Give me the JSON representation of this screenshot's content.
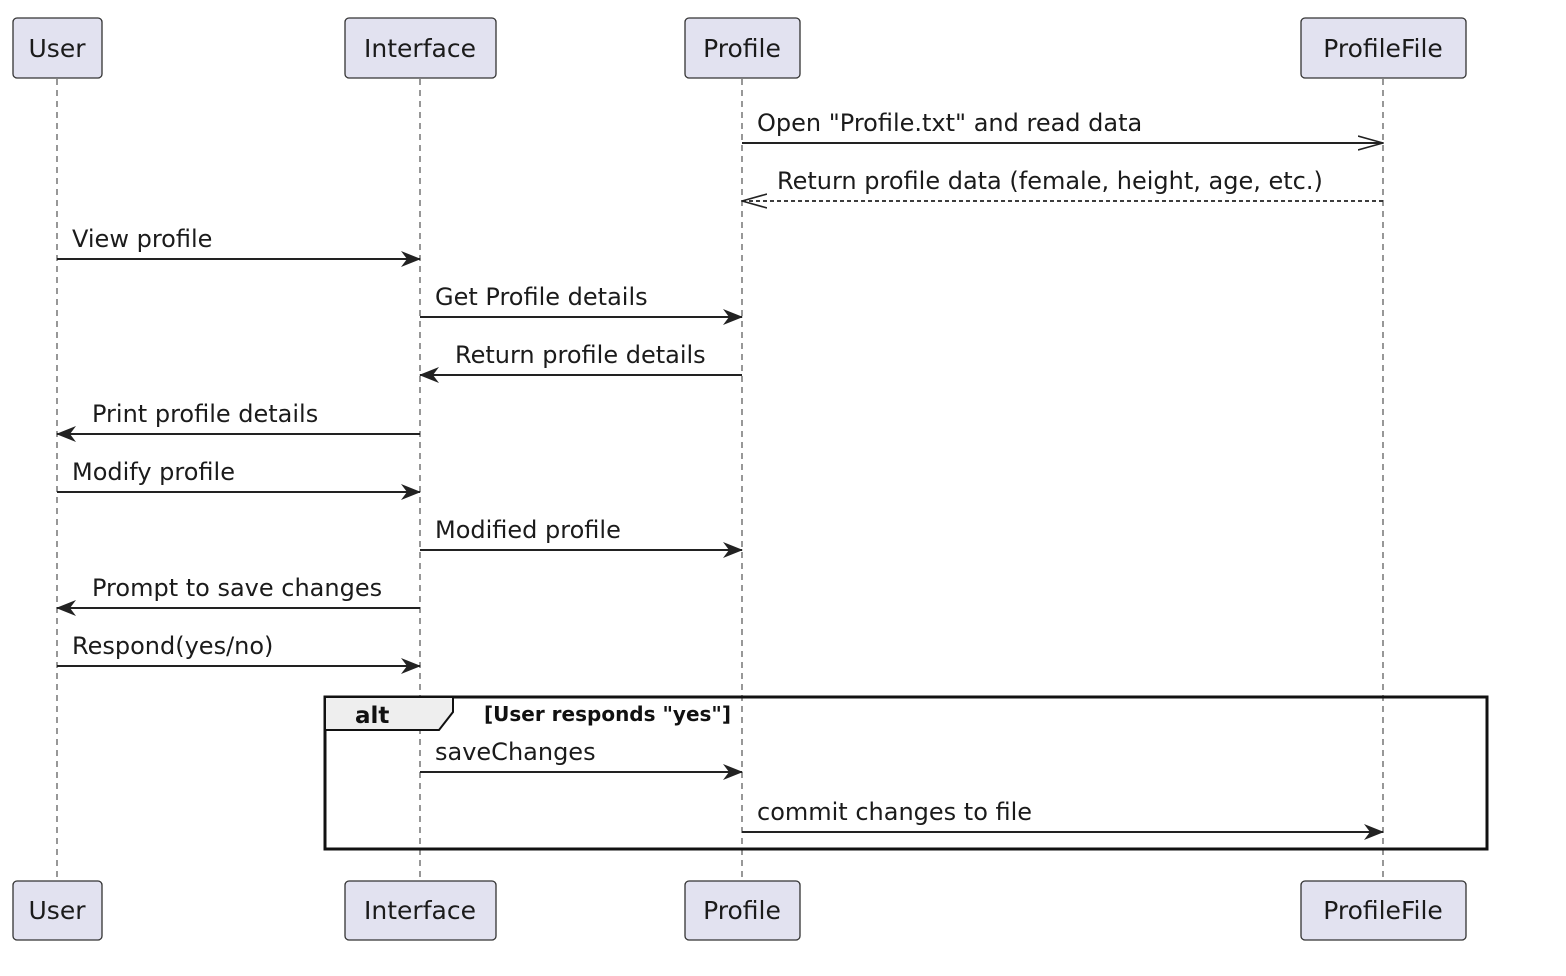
{
  "participants": [
    "User",
    "Interface",
    "Profile",
    "ProfileFile"
  ],
  "messages": [
    {
      "from": "Profile",
      "to": "ProfileFile",
      "label": "Open \"Profile.txt\" and read data",
      "style": "open"
    },
    {
      "from": "ProfileFile",
      "to": "Profile",
      "label": "Return profile data (female, height, age, etc.)",
      "style": "return"
    },
    {
      "from": "User",
      "to": "Interface",
      "label": "View profile",
      "style": "solid"
    },
    {
      "from": "Interface",
      "to": "Profile",
      "label": "Get Profile details",
      "style": "solid"
    },
    {
      "from": "Profile",
      "to": "Interface",
      "label": "Return profile details",
      "style": "solid"
    },
    {
      "from": "Interface",
      "to": "User",
      "label": "Print profile details",
      "style": "solid"
    },
    {
      "from": "User",
      "to": "Interface",
      "label": "Modify profile",
      "style": "solid"
    },
    {
      "from": "Interface",
      "to": "Profile",
      "label": "Modified profile",
      "style": "solid"
    },
    {
      "from": "Interface",
      "to": "User",
      "label": "Prompt to save changes",
      "style": "solid"
    },
    {
      "from": "User",
      "to": "Interface",
      "label": "Respond(yes/no)",
      "style": "solid"
    },
    {
      "from": "Interface",
      "to": "Profile",
      "label": "saveChanges",
      "style": "solid"
    },
    {
      "from": "Profile",
      "to": "ProfileFile",
      "label": "commit changes to file",
      "style": "solid"
    }
  ],
  "fragment": {
    "operator": "alt",
    "guard": "[User responds \"yes\"]",
    "first_message": 10,
    "last_message": 11
  },
  "colors": {
    "participant_fill": "#e2e2f0",
    "participant_border": "#333333",
    "line": "#222222",
    "fragment_tab": "#eeeeee"
  }
}
